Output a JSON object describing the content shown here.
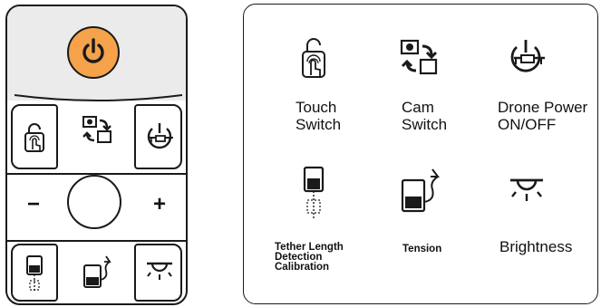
{
  "controller": {
    "minus_label": "−",
    "plus_label": "+",
    "power_button_color": "#f5a24a"
  },
  "legend": {
    "items": [
      {
        "label": "Touch\nSwitch",
        "icon": "touch-lock-icon"
      },
      {
        "label": "Cam\nSwitch",
        "icon": "camera-switch-icon"
      },
      {
        "label": "Drone Power\nON/OFF",
        "icon": "drone-power-icon"
      },
      {
        "label": "Tether Length\nDetection\nCalibration",
        "icon": "tether-length-icon"
      },
      {
        "label": "Tension",
        "icon": "tension-icon"
      },
      {
        "label": "Brightness",
        "icon": "brightness-icon"
      }
    ]
  }
}
